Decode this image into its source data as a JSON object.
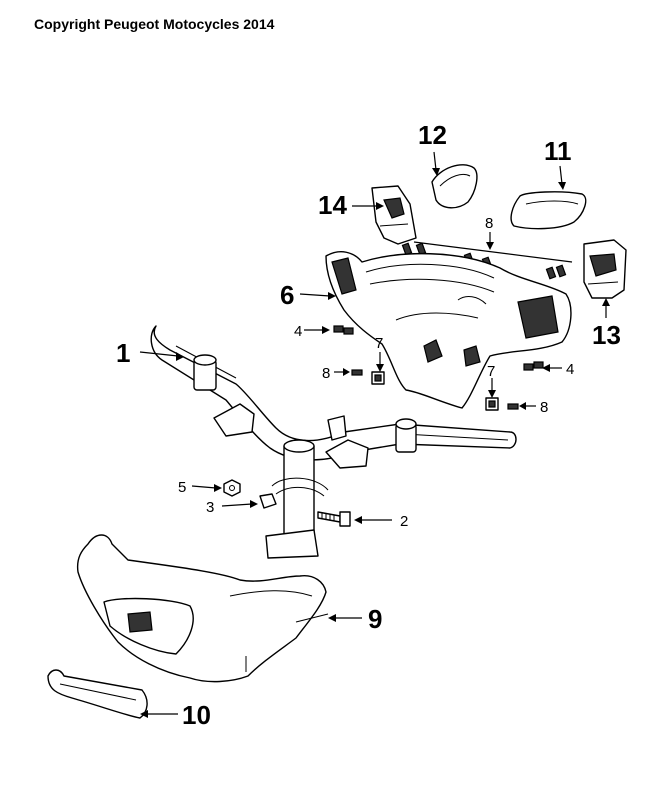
{
  "copyright": "Copyright Peugeot Motocycles 2014",
  "callouts": {
    "c1": "1",
    "c2": "2",
    "c3": "3",
    "c4a": "4",
    "c4b": "4",
    "c5": "5",
    "c6": "6",
    "c7a": "7",
    "c7b": "7",
    "c8a": "8",
    "c8b": "8",
    "c8c": "8",
    "c9": "9",
    "c10": "10",
    "c11": "11",
    "c12": "12",
    "c13": "13",
    "c14": "14"
  }
}
